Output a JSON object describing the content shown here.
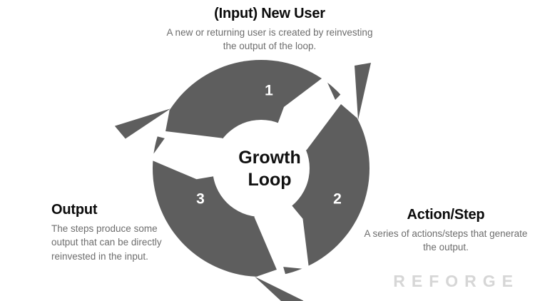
{
  "diagram": {
    "title": "Growth Loop",
    "center_label_lines": [
      "Growth",
      "Loop"
    ],
    "colors": {
      "ring": "#5e5e5e",
      "background": "#ffffff",
      "heading_text": "#0b0b0b",
      "body_text": "#6d6d6d",
      "number_text": "#ffffff",
      "watermark": "#d6d6d6"
    },
    "steps": [
      {
        "number": "1",
        "headline": "(Input) New User",
        "body": "A new or returning user is created by reinvesting the output of the loop."
      },
      {
        "number": "2",
        "headline": "Action/Step",
        "body": "A series of actions/steps that generate the output."
      },
      {
        "number": "3",
        "headline": "Output",
        "body": "The steps produce some output that can be directly reinvested in the input."
      }
    ]
  },
  "watermark": {
    "text": "REFORGE"
  }
}
